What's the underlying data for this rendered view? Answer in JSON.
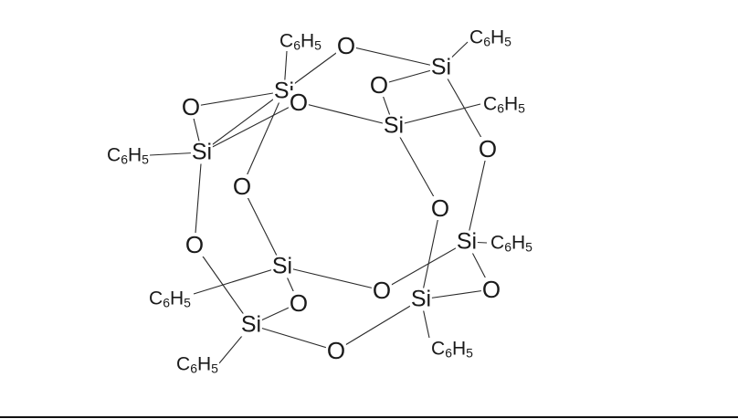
{
  "atoms": {
    "si1": "Si",
    "si2": "Si",
    "si3": "Si",
    "si4": "Si",
    "si5": "Si",
    "si6": "Si",
    "si7": "Si",
    "si8": "Si",
    "o1": "O",
    "o2": "O",
    "o3": "O",
    "o4": "O",
    "o5": "O",
    "o6": "O",
    "o7": "O",
    "o8": "O",
    "o9": "O",
    "o10": "O",
    "o11": "O",
    "o12": "O"
  },
  "phenyl": {
    "element": "C",
    "element_count": "6",
    "hydrogen": "H",
    "hydrogen_count": "5"
  },
  "colors": {
    "ink": "#1a1a1a",
    "bond": "#2a2a2a",
    "background": "#ffffff"
  }
}
